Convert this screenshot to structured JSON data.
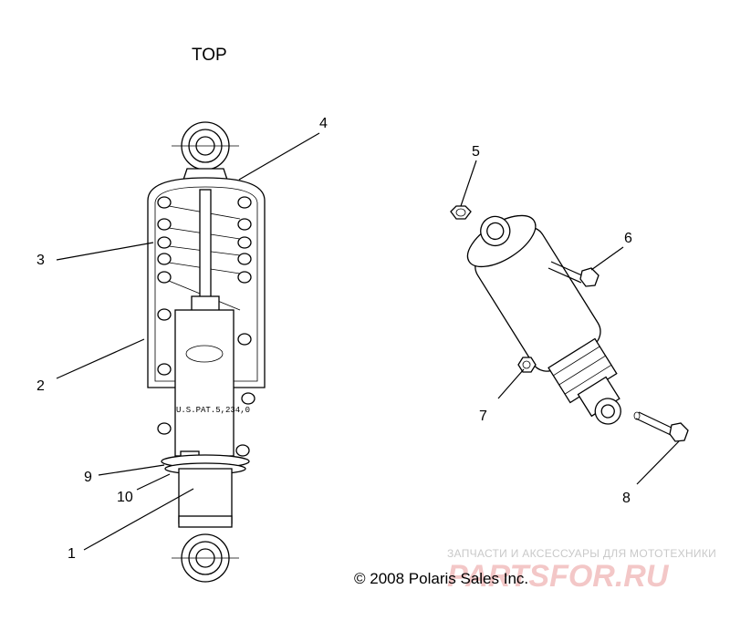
{
  "diagram": {
    "view_label": "TOP",
    "callouts": [
      "1",
      "2",
      "3",
      "4",
      "5",
      "6",
      "7",
      "8",
      "9",
      "10"
    ],
    "shock_body_text": "U.S.PAT.5,234,0"
  },
  "footer": {
    "copyright": "© 2008  Polaris Sales Inc."
  },
  "watermark": {
    "tagline": "ЗАПЧАСТИ И АКСЕССУАРЫ ДЛЯ МОТОТЕХНИКИ",
    "brand": "PARTSFOR.RU"
  }
}
